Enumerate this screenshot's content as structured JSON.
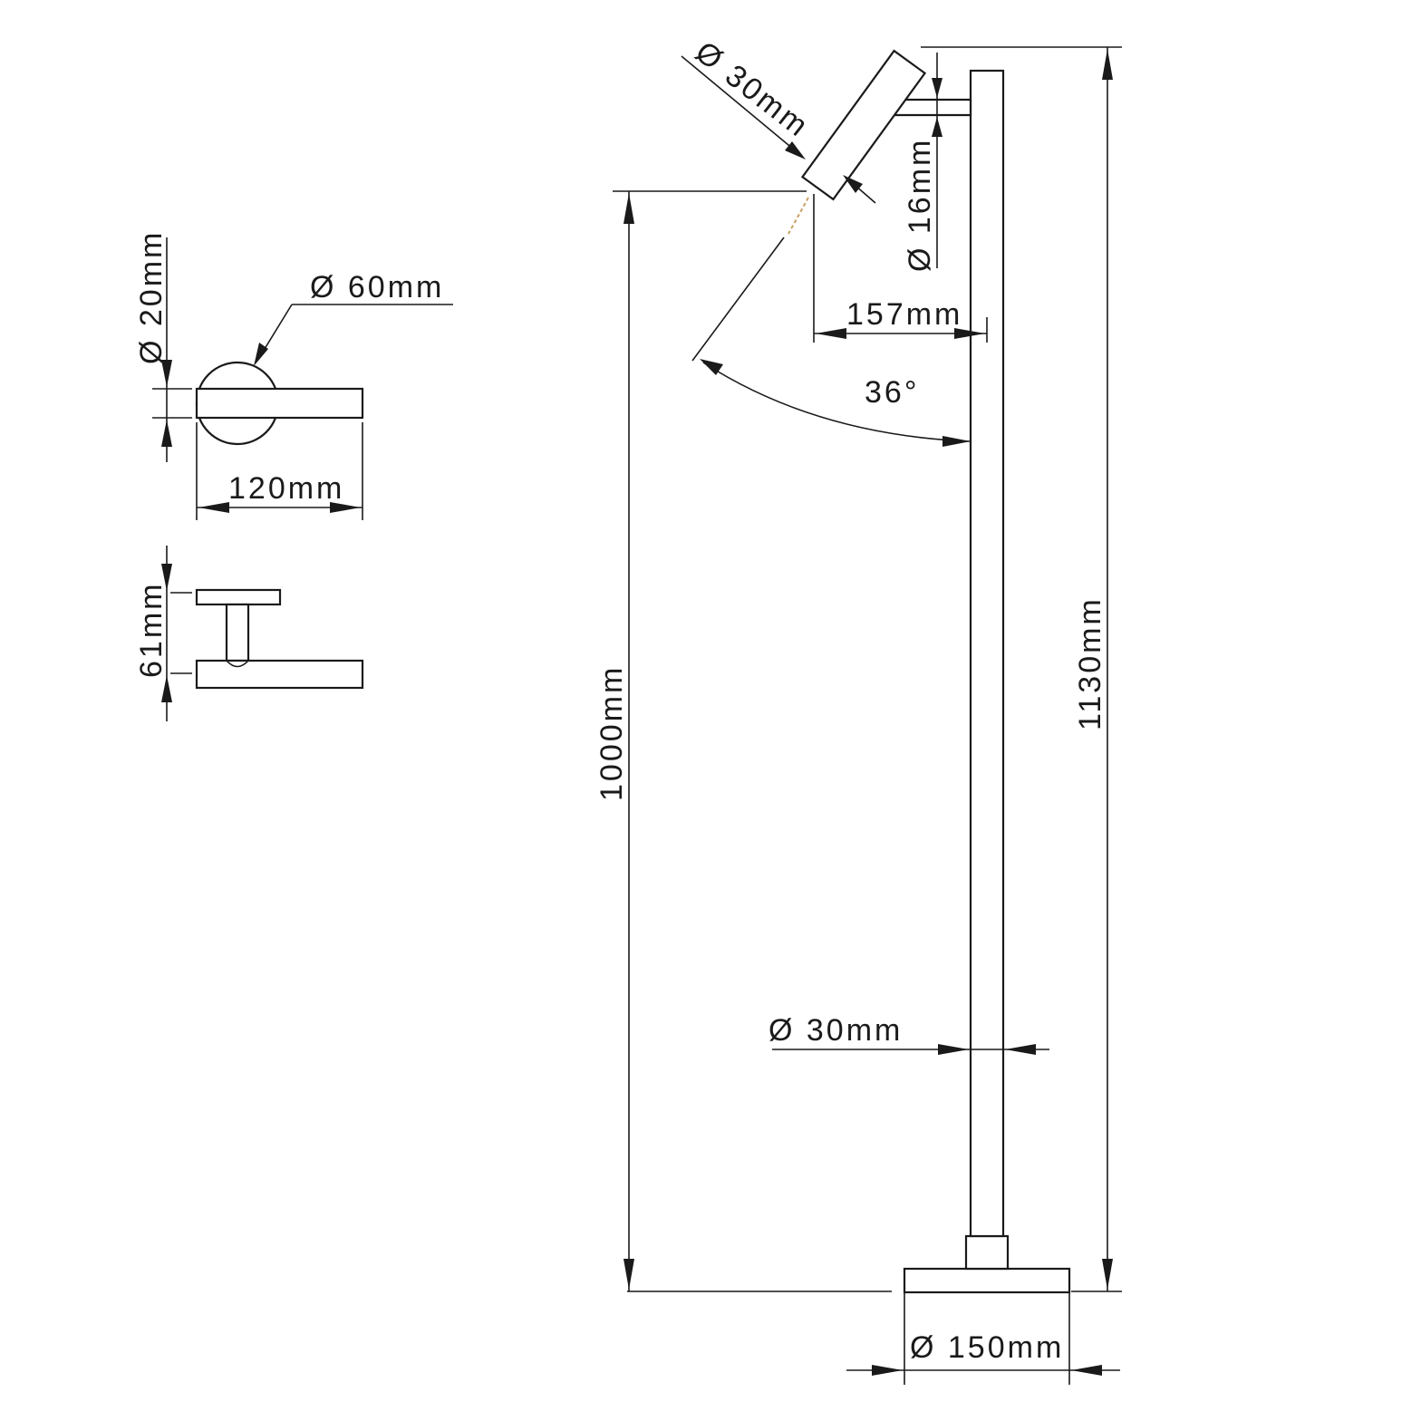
{
  "labels": {
    "small_shade_diameter": "Ø 30mm",
    "arm_diameter": "Ø 16mm",
    "arm_offset": "157mm",
    "tilt_angle": "36°",
    "light_height": "1000mm",
    "total_height": "1130mm",
    "pole_diameter": "Ø 30mm",
    "base_diameter": "Ø 150mm",
    "plate_diameter": "Ø 60mm",
    "arm_tube_diameter": "Ø 20mm",
    "arm_length": "120mm",
    "arm_height": "61mm"
  }
}
